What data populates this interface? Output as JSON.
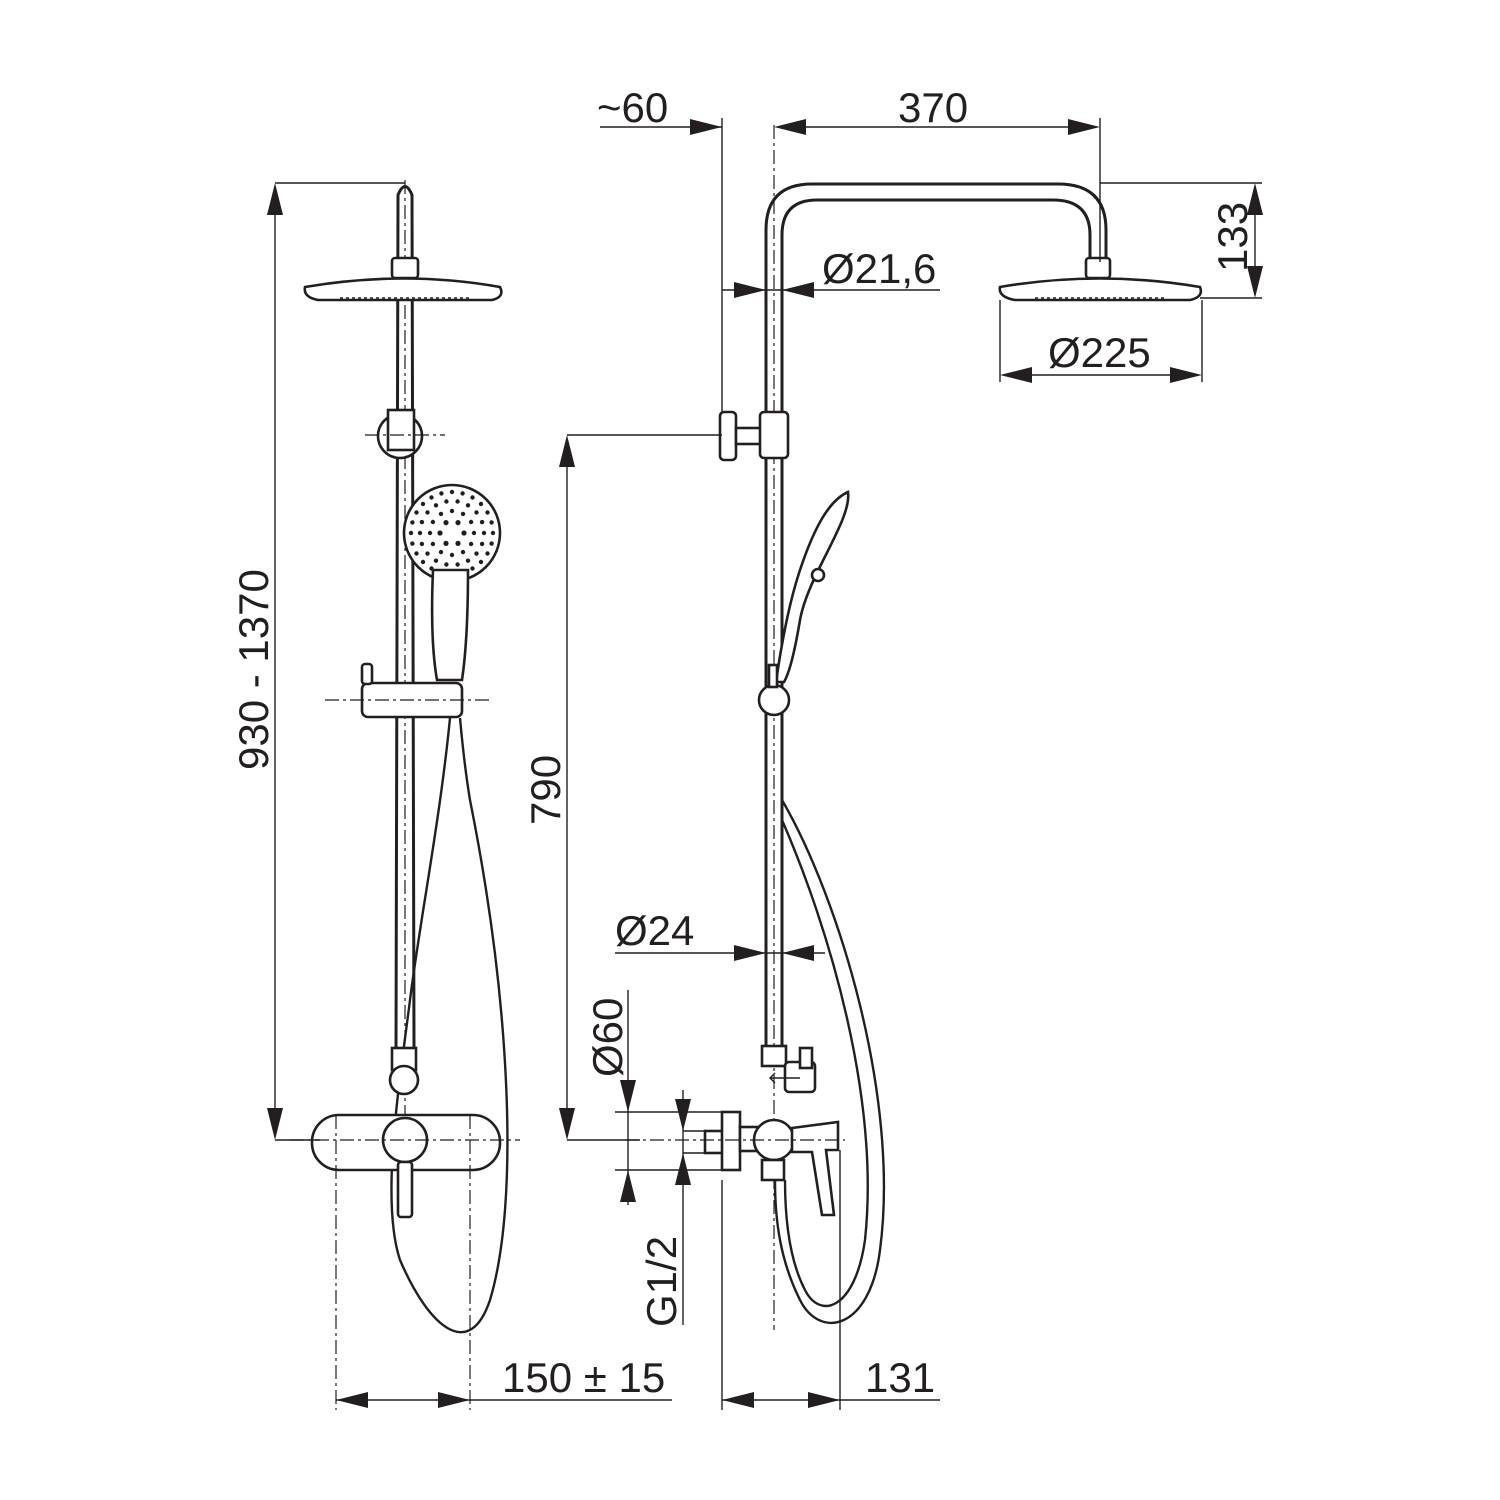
{
  "dimensions": {
    "total_height": "930 - 1370",
    "outlet_height": "790",
    "offset_wall": "~60",
    "arm_length": "370",
    "head_height": "133",
    "pipe_diameter_top": "Ø21,6",
    "head_diameter": "Ø225",
    "pipe_diameter_bottom": "Ø24",
    "escutcheon_diameter": "Ø60",
    "connection_thread": "G1/2",
    "connection_spacing": "150 ± 15",
    "mixer_projection": "131"
  },
  "colors": {
    "line": "#231f20",
    "background": "#ffffff"
  }
}
